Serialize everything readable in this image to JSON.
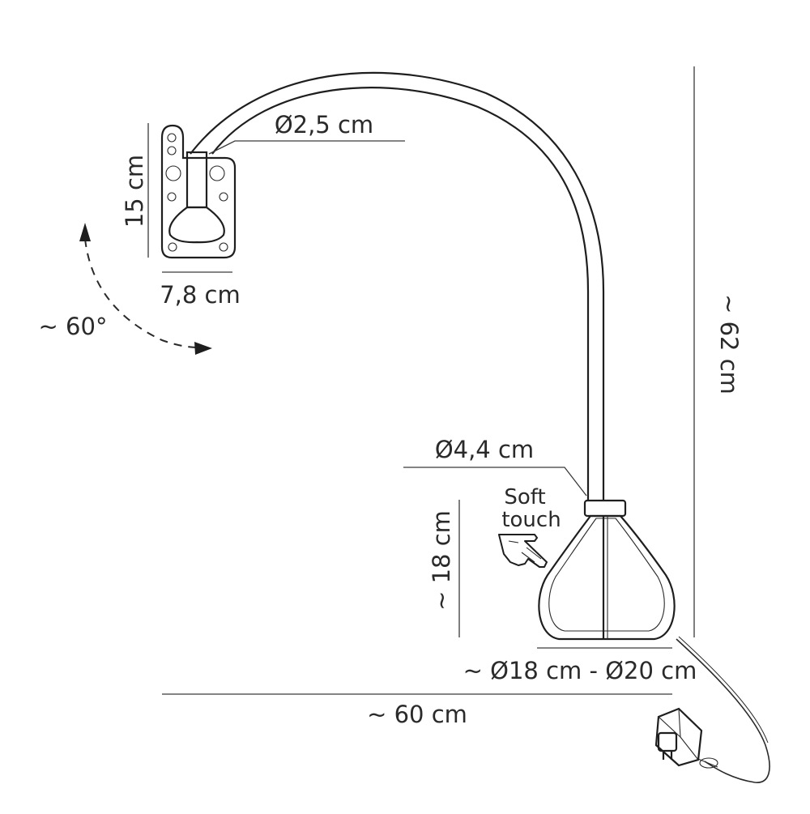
{
  "dimensions": {
    "arm_diameter": "Ø2,5 cm",
    "bracket_height": "15 cm",
    "bracket_width": "7,8 cm",
    "rotation_angle": "~ 60°",
    "total_height": "~ 62 cm",
    "neck_diameter": "Ø4,4 cm",
    "base_height": "~ 18 cm",
    "base_diameter": "~ Ø18 cm - Ø20 cm",
    "total_width": "~ 60 cm"
  },
  "soft_touch": {
    "line1": "Soft",
    "line2": "touch"
  },
  "icons": [
    "wall-bracket-icon",
    "rotation-arrow-icon",
    "pointing-hand-icon",
    "power-adapter-icon"
  ],
  "colors": {
    "line": "#2a2a2a",
    "background": "#ffffff"
  }
}
